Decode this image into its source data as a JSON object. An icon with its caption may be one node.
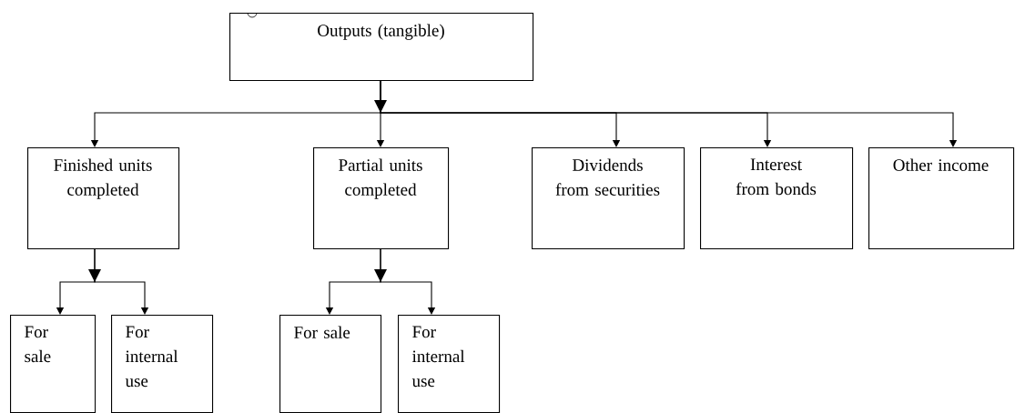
{
  "diagram": {
    "nodes": [
      {
        "text": [
          "Outputs (tangible)"
        ]
      },
      {
        "text": [
          "Finished units completed"
        ]
      },
      {
        "text": [
          "Partial units completed"
        ]
      },
      {
        "text": [
          "Dividends from securities"
        ]
      },
      {
        "text": [
          "Interest from bonds"
        ]
      },
      {
        "text": [
          "Other income"
        ]
      },
      {
        "text": [
          "For sale"
        ]
      },
      {
        "text": [
          "For internal use"
        ]
      },
      {
        "text": [
          "For sale"
        ]
      },
      {
        "text": [
          "For internal use"
        ]
      }
    ],
    "edges": [
      {
        "from": 0,
        "to": 1,
        "arrow": "to"
      },
      {
        "from": 0,
        "to": 2,
        "arrow": "to"
      },
      {
        "from": 0,
        "to": 3,
        "arrow": "to"
      },
      {
        "from": 0,
        "to": 4,
        "arrow": "to"
      },
      {
        "from": 0,
        "to": 5,
        "arrow": "to"
      },
      {
        "from": 1,
        "to": 6,
        "arrow": "to"
      },
      {
        "from": 1,
        "to": 7,
        "arrow": "to"
      },
      {
        "from": 2,
        "to": 8,
        "arrow": "to"
      },
      {
        "from": 2,
        "to": 9,
        "arrow": "to"
      }
    ]
  }
}
